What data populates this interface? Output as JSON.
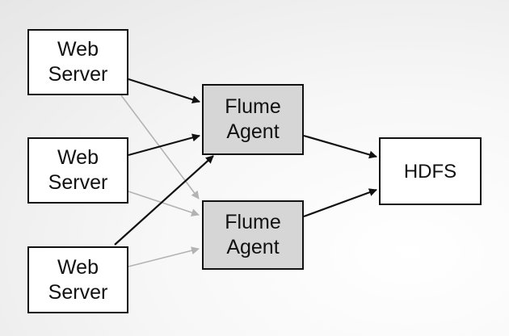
{
  "nodes": {
    "web_server_1": {
      "line1": "Web",
      "line2": "Server"
    },
    "web_server_2": {
      "line1": "Web",
      "line2": "Server"
    },
    "web_server_3": {
      "line1": "Web",
      "line2": "Server"
    },
    "flume_agent_1": {
      "line1": "Flume",
      "line2": "Agent"
    },
    "flume_agent_2": {
      "line1": "Flume",
      "line2": "Agent"
    },
    "hdfs": {
      "label": "HDFS"
    }
  },
  "edges": [
    {
      "from": "web_server_1",
      "to": "flume_agent_1",
      "style": "primary"
    },
    {
      "from": "web_server_1",
      "to": "flume_agent_2",
      "style": "secondary"
    },
    {
      "from": "web_server_2",
      "to": "flume_agent_1",
      "style": "primary"
    },
    {
      "from": "web_server_2",
      "to": "flume_agent_2",
      "style": "secondary"
    },
    {
      "from": "web_server_3",
      "to": "flume_agent_1",
      "style": "primary"
    },
    {
      "from": "web_server_3",
      "to": "flume_agent_2",
      "style": "secondary"
    },
    {
      "from": "flume_agent_1",
      "to": "hdfs",
      "style": "primary"
    },
    {
      "from": "flume_agent_2",
      "to": "hdfs",
      "style": "primary"
    }
  ],
  "colors": {
    "primary_edge": "#111111",
    "secondary_edge": "#b3b3b3",
    "agent_fill": "#d6d6d6",
    "node_border": "#111111"
  }
}
